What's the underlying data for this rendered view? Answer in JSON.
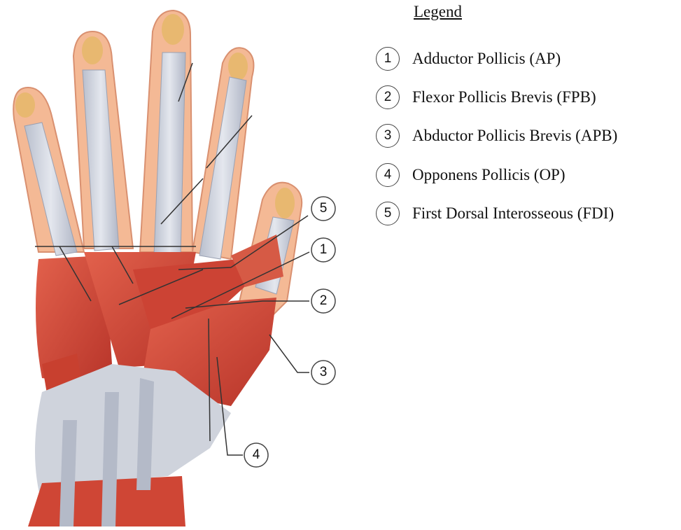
{
  "legend": {
    "title": "Legend",
    "items": [
      {
        "num": "1",
        "label": "Adductor Pollicis (AP)"
      },
      {
        "num": "2",
        "label": "Flexor Pollicis Brevis (FPB)"
      },
      {
        "num": "3",
        "label": "Abductor Pollicis Brevis (APB)"
      },
      {
        "num": "4",
        "label": "Opponens Pollicis (OP)"
      },
      {
        "num": "5",
        "label": "First Dorsal Interosseous (FDI)"
      }
    ]
  },
  "callouts": [
    "1",
    "2",
    "3",
    "4",
    "5"
  ],
  "colors": {
    "skin": "#f2b48a",
    "muscle": "#d94a3a",
    "tendon": "#c9cdd8",
    "bone": "#e8b870",
    "line": "#333333"
  }
}
